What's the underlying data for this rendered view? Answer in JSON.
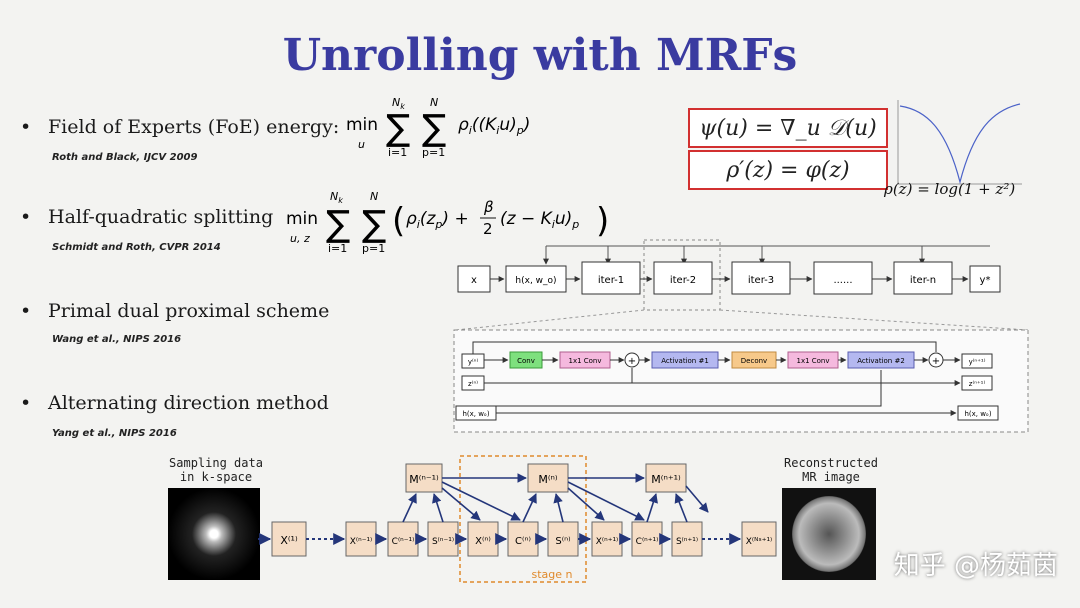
{
  "slide": {
    "title": "Unrolling with MRFs",
    "bullets": [
      {
        "text": "Field of Experts (FoE) energy:",
        "cite": "Roth and Black, IJCV 2009"
      },
      {
        "text": "Half-quadratic splitting",
        "cite": "Schmidt and Roth, CVPR 2014"
      },
      {
        "text": "Primal dual proximal scheme",
        "cite": "Wang et al., NIPS 2016"
      },
      {
        "text": "Alternating direction method",
        "cite": "Yang et al., NIPS 2016"
      }
    ],
    "equations": {
      "foe": "min_u Σ_{i=1}^{N_k} Σ_{p=1}^{N} ρ_i((K_i u)_p)",
      "hqs": "min_{u,z} Σ_{i=1}^{N_k} Σ_{p=1}^{N} ( ρ_i(z_p) + β/2 (z − K_i u)_p )",
      "psi": "ψ(u) = ∇_u 𝒟(u)",
      "rho": "ρ′(z)  =  φ(z)",
      "rho_def": "ρ(z) = log(1 + z²)"
    },
    "pipeline": {
      "blocks": [
        "x",
        "h(x, w_o)",
        "iter-1",
        "iter-2",
        "iter-3",
        "......",
        "iter-n",
        "y*"
      ]
    },
    "detail": {
      "inputs": [
        "y⁽ⁿ⁾",
        "z⁽ⁿ⁾",
        "h(x, wₒ)"
      ],
      "outputs": [
        "y⁽ⁿ⁺¹⁾",
        "z⁽ⁿ⁺¹⁾",
        "h(x, wₒ)"
      ],
      "blocks": [
        "Conv",
        "1x1 Conv",
        "Activation #1",
        "Deconv",
        "1x1 Conv",
        "Activation #2"
      ]
    },
    "admm": {
      "left_caption": "Sampling data in k-space",
      "right_caption": "Reconstructed MR image",
      "stage_label": "stage n",
      "nodes": [
        "X⁽¹⁾",
        "X⁽ⁿ⁻¹⁾",
        "C⁽ⁿ⁻¹⁾",
        "S⁽ⁿ⁻¹⁾",
        "X⁽ⁿ⁾",
        "C⁽ⁿ⁾",
        "S⁽ⁿ⁾",
        "X⁽ⁿ⁺¹⁾",
        "C⁽ⁿ⁺¹⁾",
        "S⁽ⁿ⁺¹⁾",
        "X⁽ᴺˢ⁺¹⁾"
      ],
      "m_nodes": [
        "M⁽ⁿ⁻¹⁾",
        "M⁽ⁿ⁾",
        "M⁽ⁿ⁺¹⁾"
      ]
    },
    "watermark": "知乎 @杨茹茵"
  },
  "colors": {
    "title": "#3a3ba0",
    "eq_border": "#d23030",
    "node_fill": "#f5ddc6",
    "arrow": "#24367a",
    "stage_border": "#e08a2c"
  }
}
